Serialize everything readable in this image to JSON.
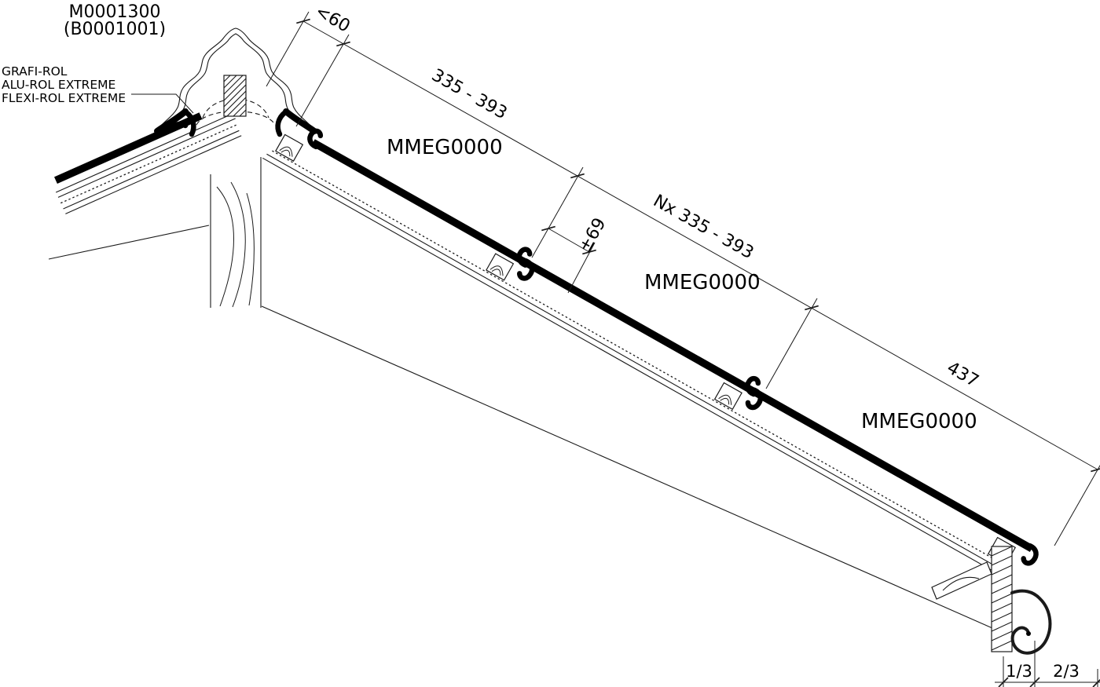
{
  "title": {
    "code": "M0001300",
    "alt_code": "(B0001001)"
  },
  "materials": {
    "items": [
      "GRAFI-ROL",
      "ALU-ROL EXTREME",
      "FLEXI-ROL EXTREME"
    ]
  },
  "dimensions": {
    "ridge_gap": "<60",
    "batten_spacing": "335 - 393",
    "repeat_spacing": "Nx 335 - 393",
    "overlap": "±69",
    "eave_spacing": "437",
    "gutter_thirds": {
      "first": "1/3",
      "second": "2/3"
    }
  },
  "products": {
    "labels": [
      "MMEG0000",
      "MMEG0000",
      "MMEG0000"
    ]
  },
  "colors": {
    "ink": "#1a1a1a",
    "tile_black": "#000000",
    "background": "#ffffff"
  }
}
